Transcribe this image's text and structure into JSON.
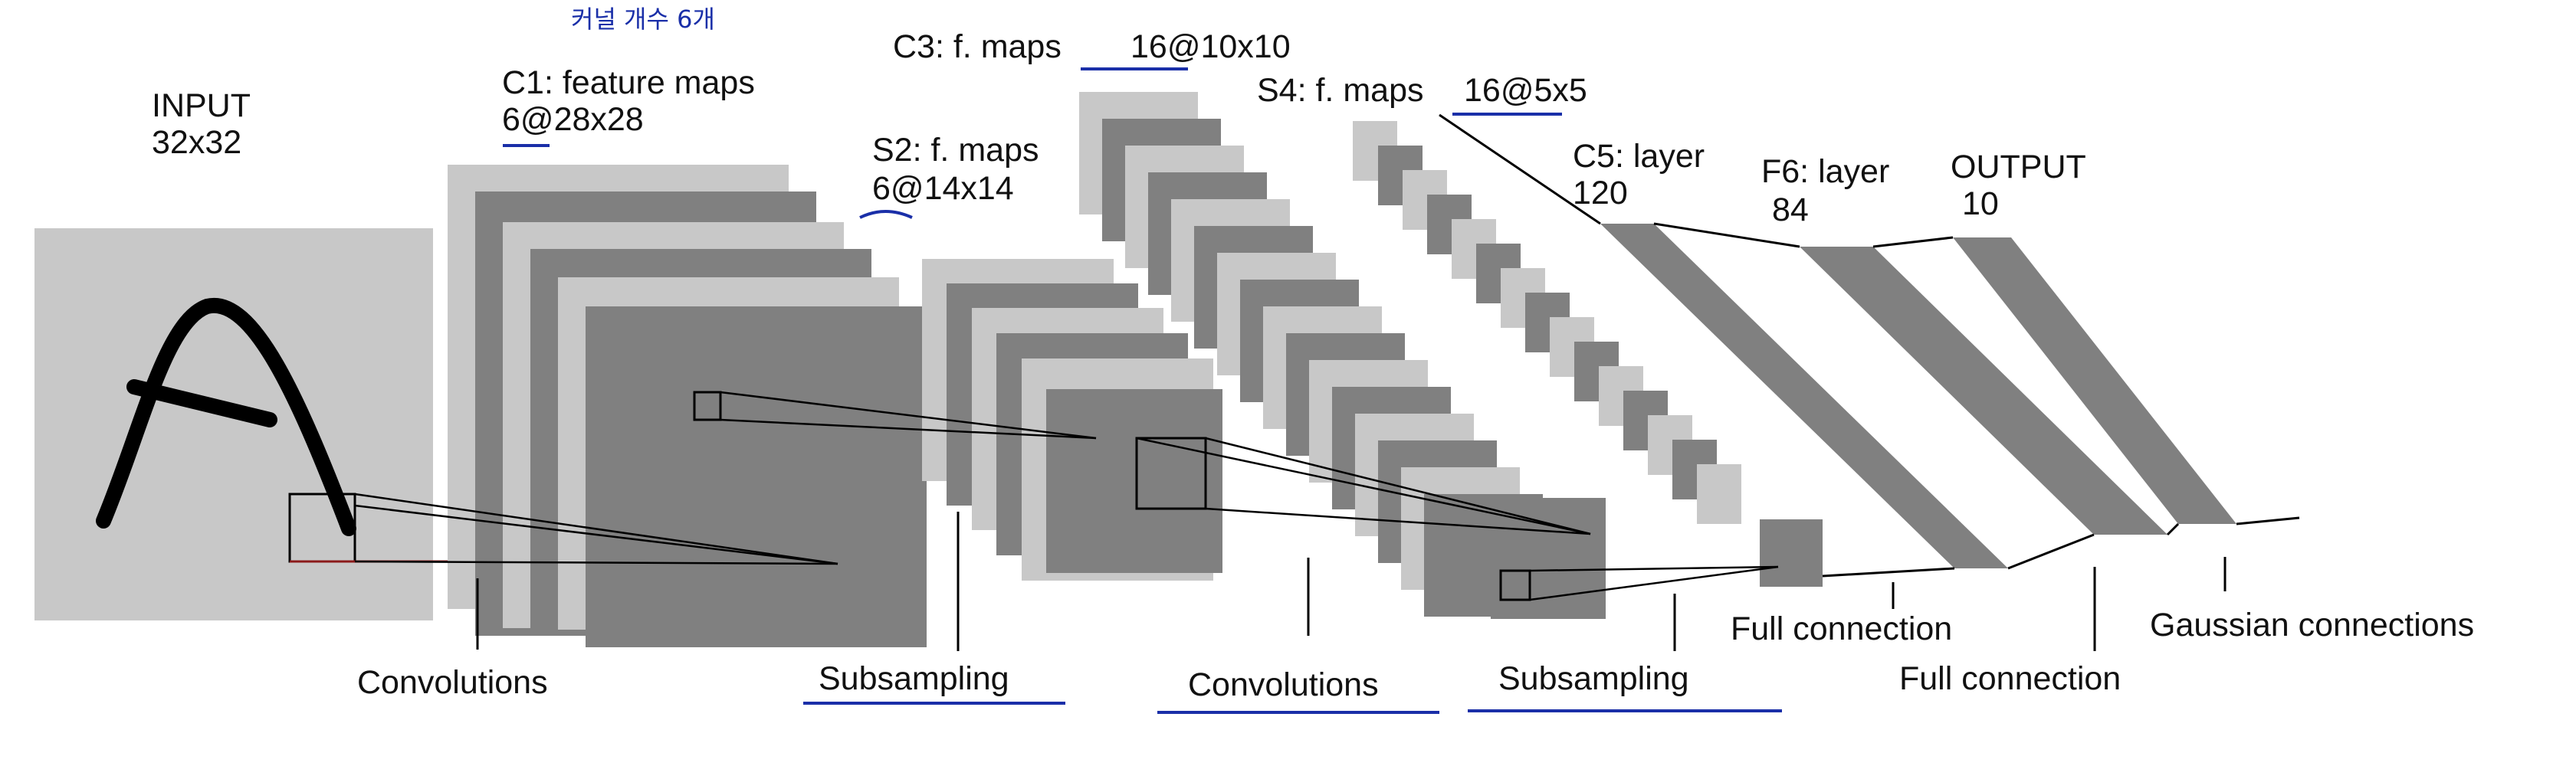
{
  "layers": {
    "input": {
      "name": "INPUT",
      "size": "32x32"
    },
    "c1": {
      "name": "C1: feature maps",
      "size": "6@28x28"
    },
    "s2": {
      "name": "S2: f. maps",
      "size": "6@14x14"
    },
    "c3": {
      "name": "C3: f. maps",
      "size": "16@10x10"
    },
    "s4": {
      "name": "S4: f. maps",
      "size": "16@5x5"
    },
    "c5": {
      "name": "C5: layer",
      "size": "120"
    },
    "f6": {
      "name": "F6: layer",
      "size": "84"
    },
    "output": {
      "name": "OUTPUT",
      "size": "10"
    }
  },
  "operations": {
    "conv1": "Convolutions",
    "sub1": "Subsampling",
    "conv2": "Convolutions",
    "sub2": "Subsampling",
    "full1": "Full connection",
    "full2": "Full connection",
    "gauss": "Gaussian connections"
  },
  "annotation": {
    "text": "커널 개수 6개"
  },
  "colors": {
    "light_map": "#c8c8c8",
    "dark_map": "#808080",
    "input_bg": "#c8c8c8",
    "annotation_blue": "#1a2fa8",
    "line": "#000000",
    "red_line": "#8b1a1a"
  }
}
